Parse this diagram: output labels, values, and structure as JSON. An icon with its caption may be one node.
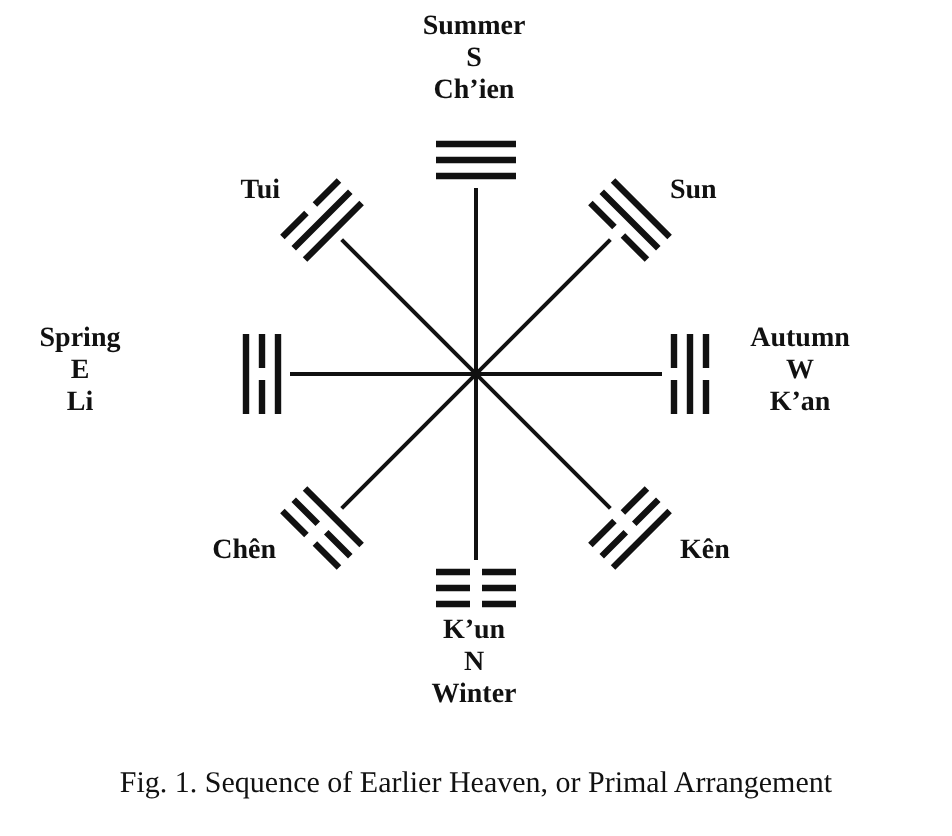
{
  "diagram": {
    "caption": "Fig. 1. Sequence of Earlier Heaven, or Primal Arrangement",
    "nodes": [
      {
        "text": [
          "Summer",
          "S",
          "Ch’ien"
        ]
      },
      {
        "text": [
          "Tui"
        ]
      },
      {
        "text": [
          "Sun"
        ]
      },
      {
        "text": [
          "Spring",
          "E",
          "Li"
        ]
      },
      {
        "text": [
          "Autumn",
          "W",
          "K’an"
        ]
      },
      {
        "text": [
          "Chên"
        ]
      },
      {
        "text": [
          "Kên"
        ]
      },
      {
        "text": [
          "K’un",
          "N",
          "Winter"
        ]
      }
    ],
    "edges": [
      {
        "from": 0,
        "to": 7,
        "arrow": "none"
      },
      {
        "from": 1,
        "to": 6,
        "arrow": "none"
      },
      {
        "from": 2,
        "to": 5,
        "arrow": "none"
      },
      {
        "from": 3,
        "to": 4,
        "arrow": "none"
      }
    ]
  }
}
